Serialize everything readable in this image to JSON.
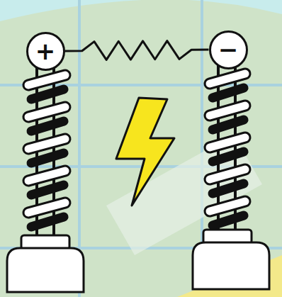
{
  "diagram": {
    "nodes": [
      {
        "text": [
          "+"
        ]
      },
      {
        "text": [
          "−"
        ]
      }
    ],
    "edges": [
      {
        "from": 0,
        "to": 1,
        "arrow": "none"
      }
    ]
  }
}
